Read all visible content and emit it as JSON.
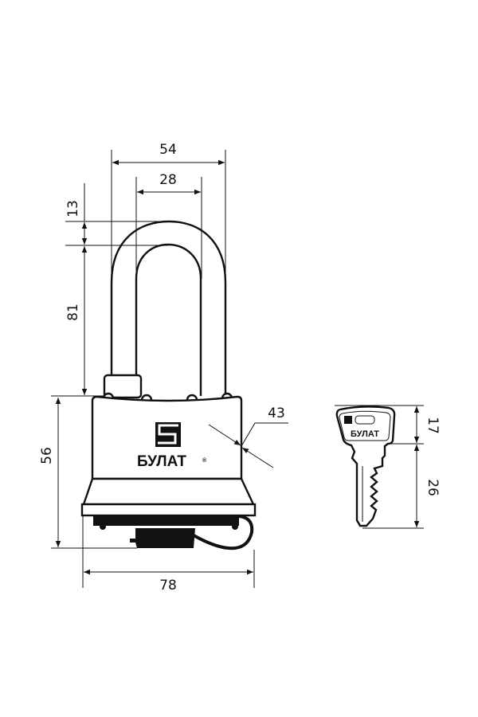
{
  "drawing": {
    "brand": "БУЛАТ",
    "registered_mark": "®",
    "key_brand": "БУЛАТ",
    "dimensions": {
      "shackle_outer_width": "54",
      "shackle_inner_width": "28",
      "shackle_thickness": "13",
      "shackle_clearance": "81",
      "body_height": "56",
      "body_thickness": "43",
      "body_width": "78",
      "key_head_height": "17",
      "key_blade_length": "26"
    },
    "colors": {
      "line": "#111111",
      "background": "#ffffff"
    }
  }
}
